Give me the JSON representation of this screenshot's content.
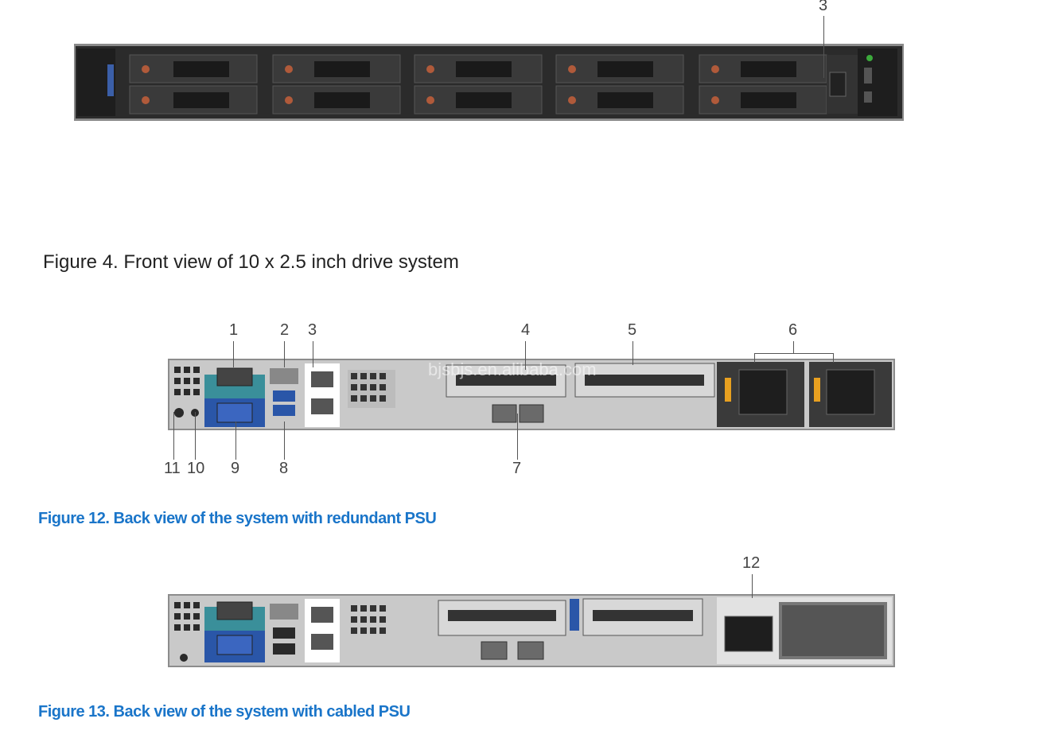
{
  "front": {
    "callouts": [
      "3"
    ],
    "caption": "Figure 4. Front view of 10 x 2.5 inch drive system"
  },
  "back_redundant": {
    "callouts_top": [
      "1",
      "2",
      "3",
      "4",
      "5",
      "6"
    ],
    "callouts_bottom": [
      "11",
      "10",
      "9",
      "8",
      "7"
    ],
    "caption": "Figure 12. Back view of the system with redundant PSU"
  },
  "back_cabled": {
    "callouts_top": [
      "12"
    ],
    "caption": "Figure 13. Back view of the system with cabled PSU"
  },
  "watermark": "bjsbjs.en.alibaba.com",
  "colors": {
    "caption_blue": "#1a75c9",
    "chassis_dark": "#2b2b2b",
    "chassis_grey": "#c9c9c9",
    "psu_orange": "#e8a020",
    "port_blue": "#2a56a8",
    "port_teal": "#3a8f9a"
  }
}
